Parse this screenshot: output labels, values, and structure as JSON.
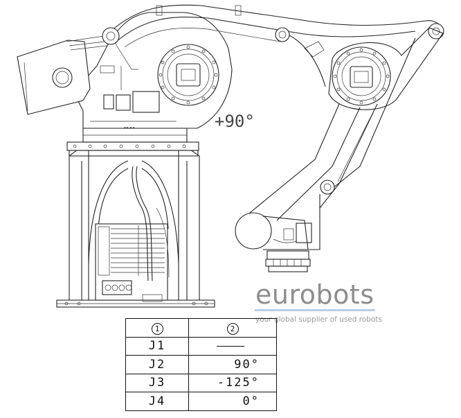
{
  "diagram": {
    "angle_label": "+90°"
  },
  "watermark": {
    "brand": "eurobots",
    "tagline": "your global supplier of used robots"
  },
  "joint_table": {
    "headers": [
      "1",
      "2"
    ],
    "rows": [
      {
        "joint": "J1",
        "value": ""
      },
      {
        "joint": "J2",
        "value": "90°"
      },
      {
        "joint": "J3",
        "value": "-125°"
      },
      {
        "joint": "J4",
        "value": "0°"
      }
    ]
  },
  "colors": {
    "line": "#222222",
    "watermark_text": "#8d8d8d",
    "watermark_rule": "#b9cde0"
  }
}
